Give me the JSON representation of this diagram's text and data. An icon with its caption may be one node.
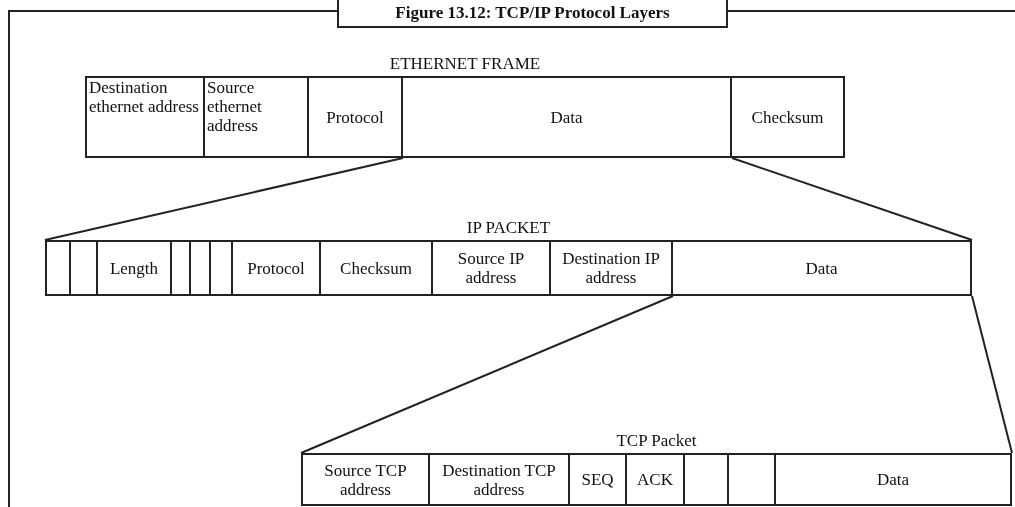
{
  "diagram": {
    "title": "Figure 13.12: TCP/IP Protocol Layers",
    "nodes": [
      {
        "text": [
          "ETHERNET FRAME"
        ]
      },
      {
        "text": [
          "Destination ethernet address"
        ],
        "in": 0
      },
      {
        "text": [
          "Source ethernet address"
        ],
        "in": 0
      },
      {
        "text": [
          "Protocol"
        ],
        "in": 0
      },
      {
        "text": [
          "Data"
        ],
        "in": 0
      },
      {
        "text": [
          "Checksum"
        ],
        "in": 0
      },
      {
        "text": [
          "IP PACKET"
        ]
      },
      {
        "text": [],
        "shape": "box",
        "in": 6
      },
      {
        "text": [],
        "shape": "box",
        "in": 6
      },
      {
        "text": [
          "Length"
        ],
        "in": 6
      },
      {
        "text": [],
        "shape": "box",
        "in": 6
      },
      {
        "text": [],
        "shape": "box",
        "in": 6
      },
      {
        "text": [],
        "shape": "box",
        "in": 6
      },
      {
        "text": [
          "Protocol"
        ],
        "in": 6
      },
      {
        "text": [
          "Checksum"
        ],
        "in": 6
      },
      {
        "text": [
          "Source IP address"
        ],
        "in": 6
      },
      {
        "text": [
          "Destination IP address"
        ],
        "in": 6
      },
      {
        "text": [
          "Data"
        ],
        "in": 6
      },
      {
        "text": [
          "TCP Packet"
        ]
      },
      {
        "text": [
          "Source TCP address"
        ],
        "in": 18
      },
      {
        "text": [
          "Destination TCP address"
        ],
        "in": 18
      },
      {
        "text": [
          "SEQ"
        ],
        "in": 18
      },
      {
        "text": [
          "ACK"
        ],
        "in": 18
      },
      {
        "text": [],
        "shape": "box",
        "in": 18
      },
      {
        "text": [],
        "shape": "box",
        "in": 18
      },
      {
        "text": [
          "Data"
        ],
        "in": 18
      }
    ],
    "edges": [
      {
        "from": 4,
        "to": 6,
        "arrow": "none"
      },
      {
        "from": 4,
        "to": 6,
        "arrow": "none"
      },
      {
        "from": 17,
        "to": 18,
        "arrow": "none"
      },
      {
        "from": 17,
        "to": 18,
        "arrow": "none"
      }
    ]
  }
}
